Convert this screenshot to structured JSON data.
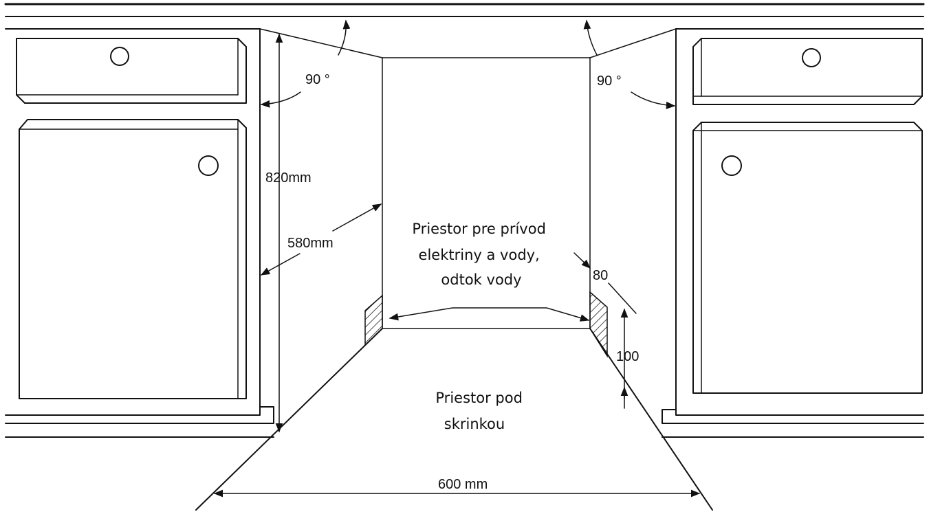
{
  "dimensions": {
    "angle_left": "90 °",
    "angle_right": "90 °",
    "height": "820mm",
    "depth": "580mm",
    "width": "600 mm",
    "service_width": "80",
    "service_height": "100"
  },
  "labels": {
    "service_space": [
      "Priestor pre prívod",
      "elektriny a vody,",
      "odtok vody"
    ],
    "under_cabinet": [
      "Priestor pod",
      "skrinkou"
    ]
  }
}
